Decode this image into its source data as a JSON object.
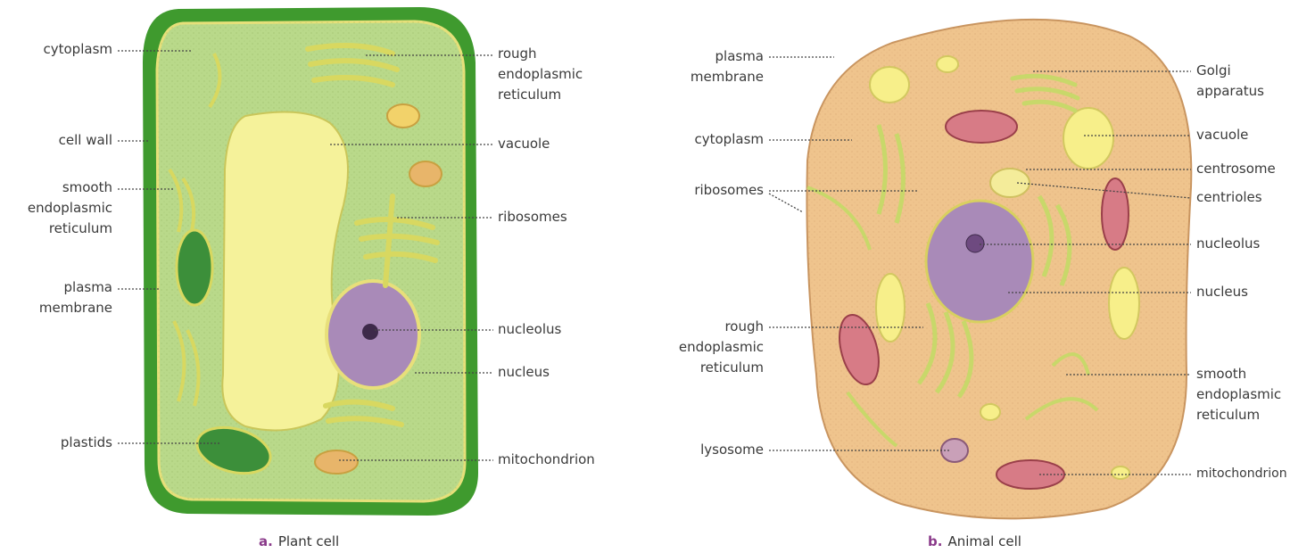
{
  "plant": {
    "caption_letter": "a.",
    "caption_text": "Plant cell",
    "labels_left": {
      "cytoplasm": "cytoplasm",
      "cell_wall": "cell wall",
      "smooth_er": [
        "smooth",
        "endoplasmic",
        "reticulum"
      ],
      "plasma_membrane": [
        "plasma",
        "membrane"
      ],
      "plastids": "plastids"
    },
    "labels_right": {
      "rough_er": [
        "rough",
        "endoplasmic",
        "reticulum"
      ],
      "vacuole": "vacuole",
      "ribosomes": "ribosomes",
      "nucleolus": "nucleolus",
      "nucleus": "nucleus",
      "mitochondrion": "mitochondrion"
    }
  },
  "animal": {
    "caption_letter": "b.",
    "caption_text": "Animal cell",
    "labels_left": {
      "plasma_membrane": [
        "plasma",
        "membrane"
      ],
      "cytoplasm": "cytoplasm",
      "ribosomes": "ribosomes",
      "rough_er": [
        "rough",
        "endoplasmic",
        "reticulum"
      ],
      "lysosome": "lysosome"
    },
    "labels_right": {
      "golgi": [
        "Golgi",
        "apparatus"
      ],
      "vacuole": "vacuole",
      "centrosome": "centrosome",
      "centrioles": "centrioles",
      "nucleolus": "nucleolus",
      "nucleus": "nucleus",
      "smooth_er": [
        "smooth",
        "endoplasmic",
        "reticulum"
      ],
      "mitochondrion": "mitochondrion"
    }
  },
  "colors": {
    "plant_wall": "#3f9a2e",
    "plant_cytoplasm": "#b9d98a",
    "vacuole": "#f5f29a",
    "nucleus": "#a98ab8",
    "er_green": "#c8d86a",
    "mitochondrion": "#c96a78",
    "animal_cytoplasm": "#efc48d",
    "animal_vacuole": "#f7ef8a",
    "leader": "#444444"
  }
}
